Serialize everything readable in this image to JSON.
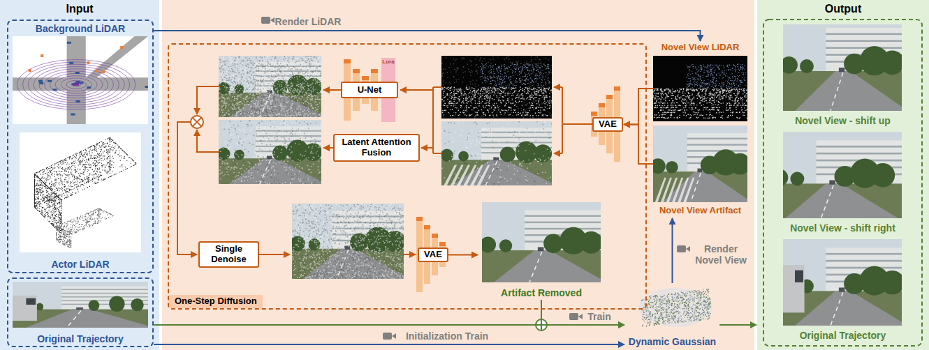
{
  "diagram": {
    "nodes": [
      {
        "text": [
          "Input"
        ]
      },
      {
        "text": [
          "Background LiDAR",
          "Actor LiDAR"
        ],
        "in": 0
      },
      {
        "text": [
          "Original Trajectory"
        ],
        "in": 0
      },
      {
        "text": [
          "One-Step Diffusion"
        ]
      },
      {
        "text": [
          "U-Net"
        ],
        "in": 3
      },
      {
        "text": [
          "Latent Attention Fusion"
        ],
        "in": 3
      },
      {
        "text": [
          "VAE"
        ],
        "in": 3
      },
      {
        "text": [
          "Single Denoise"
        ],
        "in": 3
      },
      {
        "text": [
          "VAE"
        ],
        "in": 3
      },
      {
        "text": [
          "Artifact Removed"
        ],
        "in": 3
      },
      {
        "text": [
          "Novel View LiDAR"
        ]
      },
      {
        "text": [
          "Novel View Artifact"
        ]
      },
      {
        "text": [
          "Dynamic Gaussian"
        ]
      },
      {
        "text": [
          "Output"
        ]
      },
      {
        "text": [
          "Novel View - shift up"
        ],
        "in": 13
      },
      {
        "text": [
          "Novel View - shift right"
        ],
        "in": 13
      },
      {
        "text": [
          "Original Trajectory"
        ],
        "in": 13
      }
    ],
    "edges": [
      {
        "from": 1,
        "to": 10,
        "arrow": "to",
        "label": "Render LiDAR"
      },
      {
        "from": 10,
        "to": 6,
        "arrow": "to"
      },
      {
        "from": 11,
        "to": 6,
        "arrow": "to"
      },
      {
        "from": 8,
        "to": 9,
        "arrow": "to"
      },
      {
        "from": 9,
        "to": 12,
        "arrow": "to"
      },
      {
        "from": 2,
        "to": 12,
        "arrow": "to",
        "label": "Train"
      },
      {
        "from": 2,
        "to": 12,
        "arrow": "to",
        "label": "Initialization Train"
      },
      {
        "from": 12,
        "to": 11,
        "arrow": "to",
        "label": "Render Novel View"
      },
      {
        "from": 12,
        "to": 13,
        "arrow": "to"
      }
    ],
    "labels": [
      "Lora"
    ]
  }
}
